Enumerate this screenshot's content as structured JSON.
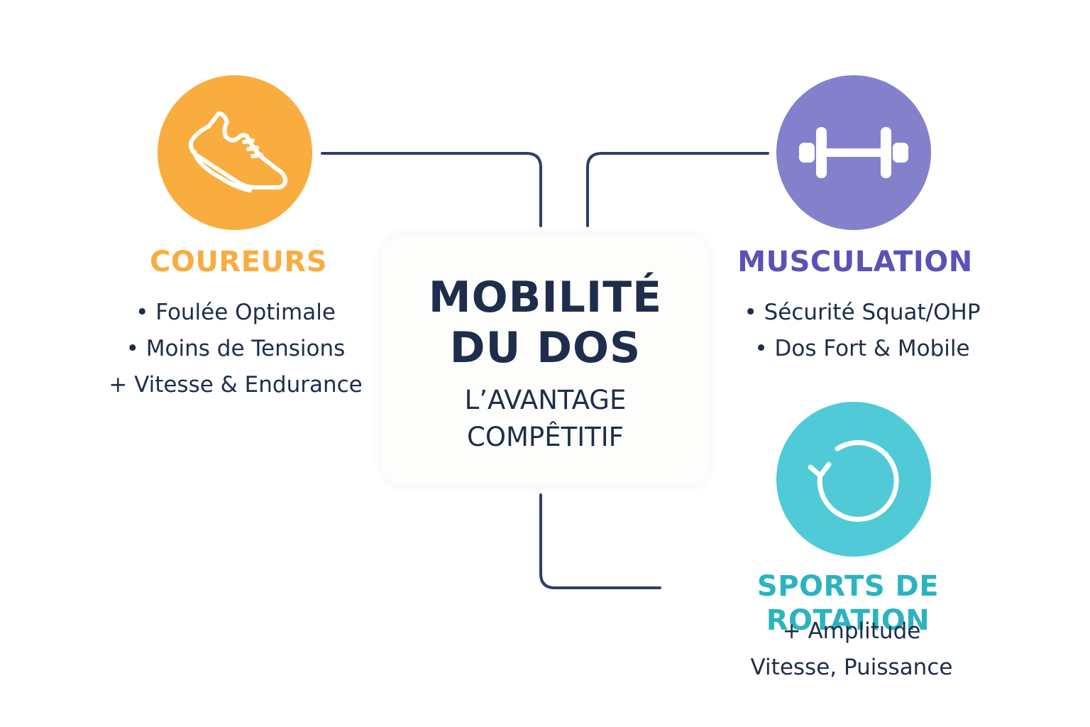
{
  "center": {
    "title_line1": "MOBILITÉ",
    "title_line2": "DU DOS",
    "subtitle_line1": "L’AVANTAGE",
    "subtitle_line2": "COMPÊTITIF"
  },
  "categories": {
    "runners": {
      "title": "COUREURS",
      "color": "#f9ad3f",
      "icon": "running-shoe-icon",
      "items": [
        "• Foulée Optimale",
        "• Moins de Tensions",
        "+ Vitesse & Endurance"
      ]
    },
    "strength": {
      "title": "MUSCULATION",
      "color": "#8580cc",
      "title_color": "#5a52b6",
      "icon": "dumbbell-icon",
      "items": [
        "• Sécurité Squat/OHP",
        "• Dos Fort & Mobile"
      ]
    },
    "rotation": {
      "title": "SPORTS DE ROTATION",
      "color": "#4fcad6",
      "title_color": "#2bb3c2",
      "icon": "rotation-arrow-icon",
      "items": [
        "+ Amplitude",
        "Vitesse, Puissance"
      ]
    }
  },
  "connector_color": "#2b4166"
}
